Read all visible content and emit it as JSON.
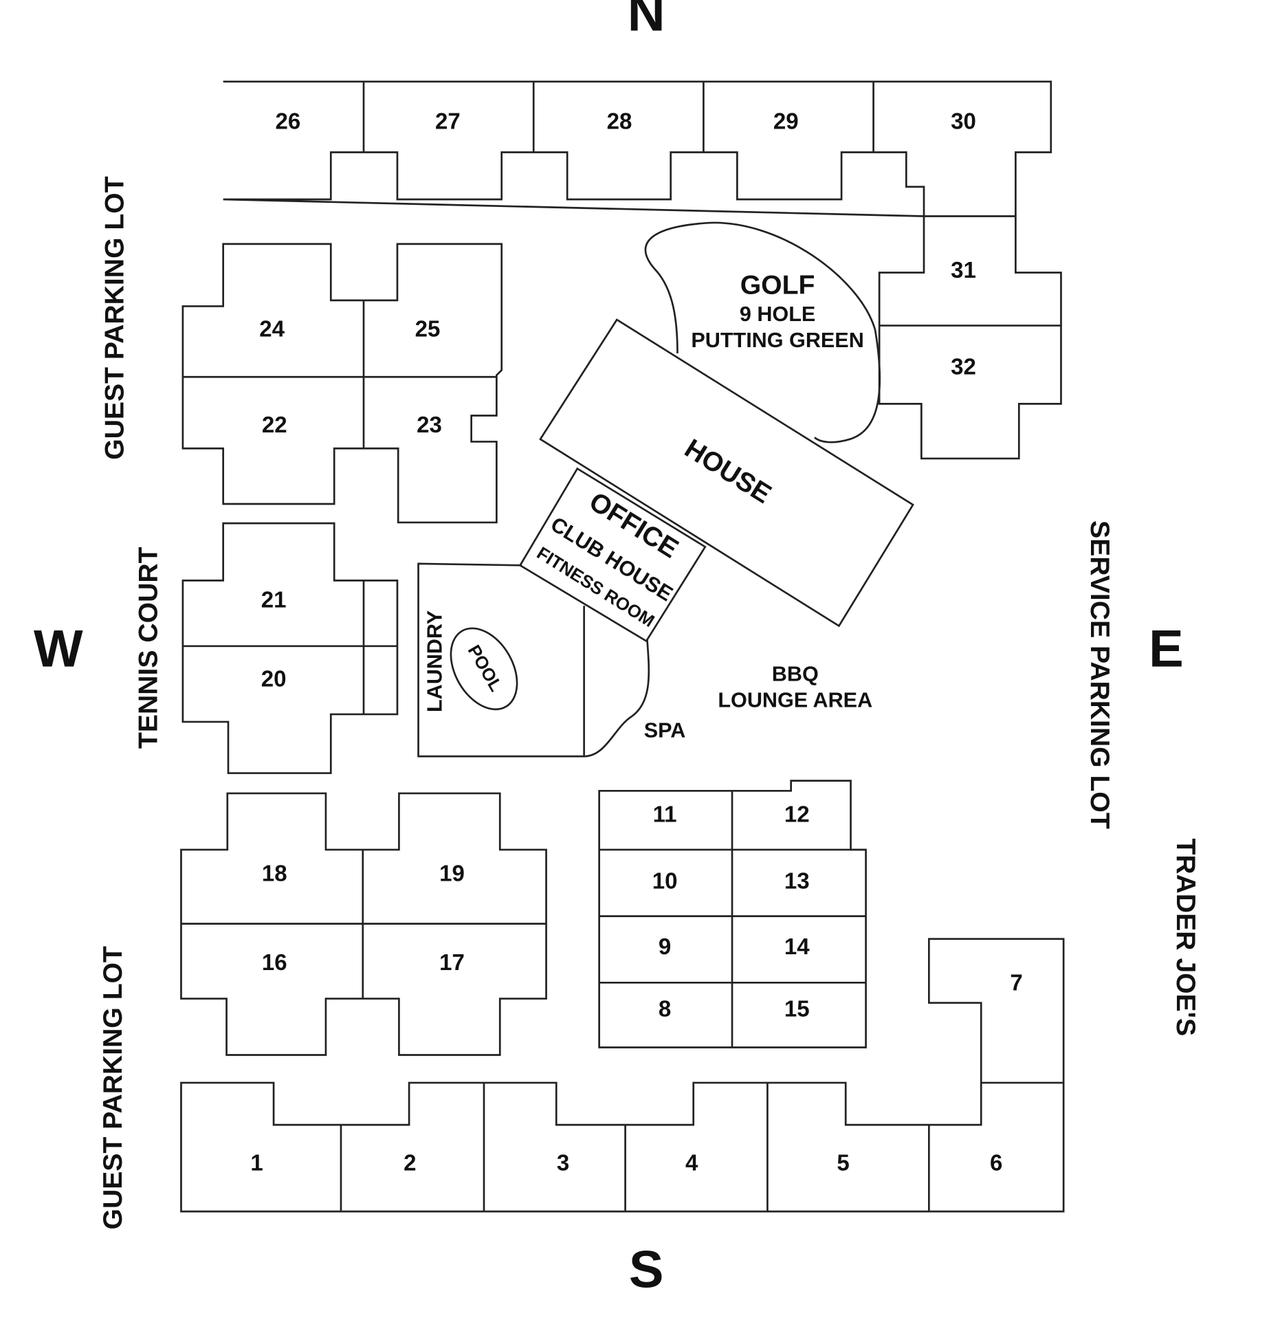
{
  "compass": {
    "north": "N",
    "south": "S",
    "east": "E",
    "west": "W"
  },
  "units": [
    "1",
    "2",
    "3",
    "4",
    "5",
    "6",
    "7",
    "8",
    "9",
    "10",
    "11",
    "12",
    "13",
    "14",
    "15",
    "16",
    "17",
    "18",
    "19",
    "20",
    "21",
    "22",
    "23",
    "24",
    "25",
    "26",
    "27",
    "28",
    "29",
    "30",
    "31",
    "32"
  ],
  "amenities": {
    "golf_title": "GOLF",
    "golf_line1": "9 HOLE",
    "golf_line2": "PUTTING GREEN",
    "house": "HOUSE",
    "office": "OFFICE",
    "club_house": "CLUB HOUSE",
    "fitness_room": "FITNESS ROOM",
    "laundry": "LAUNDRY",
    "pool": "POOL",
    "spa": "SPA",
    "bbq_line1": "BBQ",
    "bbq_line2": "LOUNGE AREA"
  },
  "surroundings": {
    "guest_parking_north": "GUEST PARKING LOT",
    "guest_parking_south": "GUEST PARKING LOT",
    "tennis_court": "TENNIS COURT",
    "service_parking": "SERVICE PARKING LOT",
    "trader_joes": "TRADER JOE'S"
  }
}
